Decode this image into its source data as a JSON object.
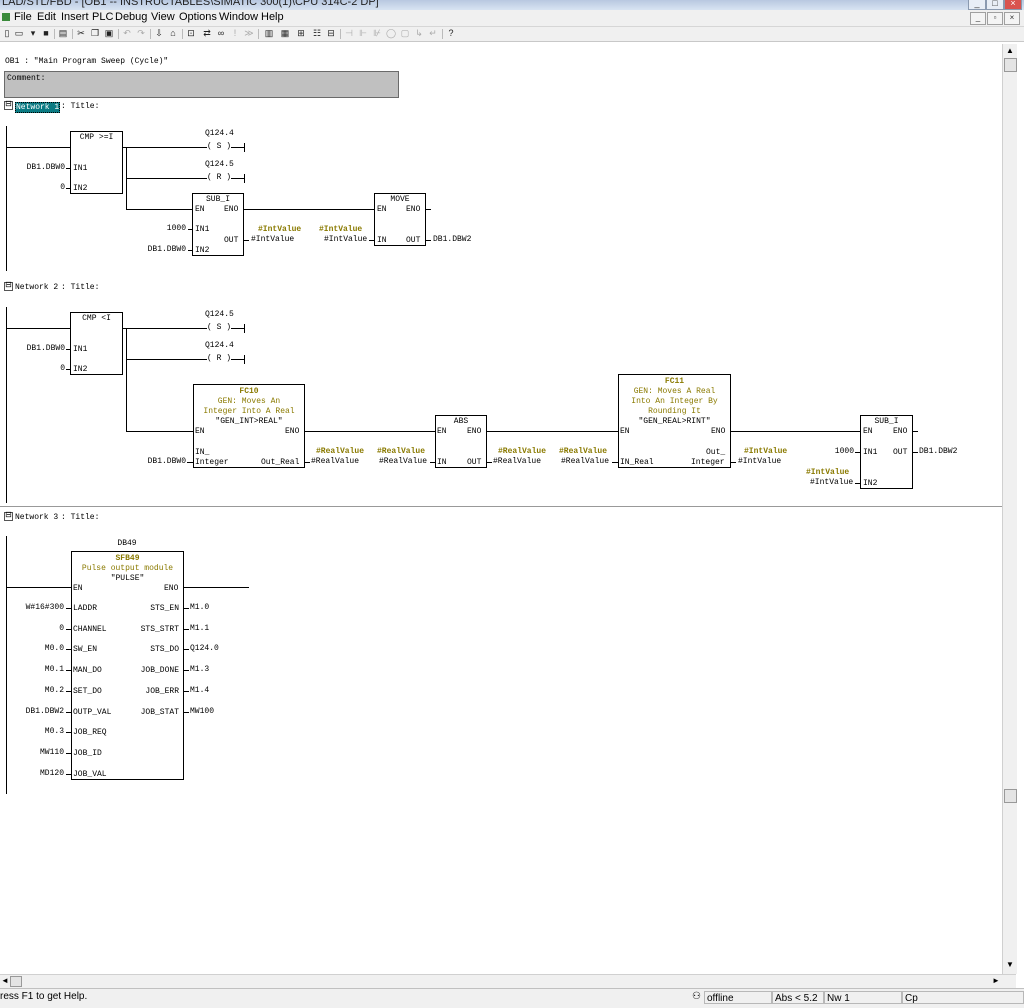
{
  "window": {
    "title": "LAD/STL/FBD - [OB1 -- INSTRUCTABLES\\SIMATIC 300(1)\\CPU 314C-2 DP]",
    "min": "_",
    "max": "□",
    "close": "×"
  },
  "menu": {
    "items": [
      "File",
      "Edit",
      "Insert",
      "PLC",
      "Debug",
      "View",
      "Options",
      "Window",
      "Help"
    ],
    "mdi_min": "_",
    "mdi_restore": "▫",
    "mdi_close": "×"
  },
  "editor": {
    "block_header": "OB1 :  \"Main Program Sweep (Cycle)\"",
    "comment_label": "Comment:",
    "networks": [
      {
        "label": "Network 1",
        "title": ": Title:"
      },
      {
        "label": "Network 2",
        "title": ": Title:"
      },
      {
        "label": "Network 3",
        "title": ": Title:"
      }
    ],
    "expander": "⊟"
  },
  "n1": {
    "cmp": {
      "name": "CMP >=I",
      "in1_pin": "IN1",
      "in2_pin": "IN2",
      "in1_val": "DB1.DBW0",
      "in2_val": "0"
    },
    "coil1": {
      "addr": "Q124.4",
      "sym": "( S )"
    },
    "coil2": {
      "addr": "Q124.5",
      "sym": "( R )"
    },
    "sub": {
      "name": "SUB_I",
      "en": "EN",
      "eno": "ENO",
      "in1_pin": "IN1",
      "in2_pin": "IN2",
      "out_pin": "OUT",
      "in1_val": "1000",
      "in2_val": "DB1.DBW0",
      "out_sym": "#IntValue",
      "out_val": "#IntValue"
    },
    "move": {
      "name": "MOVE",
      "en": "EN",
      "eno": "ENO",
      "in_pin": "IN",
      "out_pin": "OUT",
      "in_sym": "#IntValue",
      "in_val": "#IntValue",
      "out_val": "DB1.DBW2"
    }
  },
  "n2": {
    "cmp": {
      "name": "CMP <I",
      "in1_pin": "IN1",
      "in2_pin": "IN2",
      "in1_val": "DB1.DBW0",
      "in2_val": "0"
    },
    "coil1": {
      "addr": "Q124.5",
      "sym": "( S )"
    },
    "coil2": {
      "addr": "Q124.4",
      "sym": "( R )"
    },
    "fc10": {
      "name": "FC10",
      "c1": "GEN: Moves An",
      "c2": "Integer Into A Real",
      "sym": "\"GEN_INT>REAL\"",
      "en": "EN",
      "eno": "ENO",
      "in_pin1": "IN_",
      "in_pin2": "Integer",
      "out_pin": "Out_Real",
      "in_val": "DB1.DBW0",
      "out_sym": "#RealValue",
      "out_val": "#RealValue"
    },
    "abs": {
      "name": "ABS",
      "en": "EN",
      "eno": "ENO",
      "in_pin": "IN",
      "out_pin": "OUT",
      "in_sym": "#RealValue",
      "in_val": "#RealValue",
      "out_sym": "#RealValue",
      "out_val": "#RealValue"
    },
    "fc11": {
      "name": "FC11",
      "c1": "GEN: Moves A Real",
      "c2": "Into An Integer By",
      "c3": "Rounding It",
      "sym": "\"GEN_REAL>RINT\"",
      "en": "EN",
      "eno": "ENO",
      "in_pin": "IN_Real",
      "out_pin1": "Out_",
      "out_pin2": "Integer",
      "in_sym": "#RealValue",
      "in_val": "#RealValue",
      "out_sym": "#IntValue",
      "out_val": "#IntValue"
    },
    "sub": {
      "name": "SUB_I",
      "en": "EN",
      "eno": "ENO",
      "in1_pin": "IN1",
      "in2_pin": "IN2",
      "out_pin": "OUT",
      "in1_val": "1000",
      "in2_sym": "#IntValue",
      "in2_val": "#IntValue",
      "out_val": "DB1.DBW2"
    }
  },
  "n3": {
    "db": "DB49",
    "sfb": "SFB49",
    "c1": "Pulse output module",
    "sym": "\"PULSE\"",
    "en": "EN",
    "eno": "ENO",
    "inputs": [
      {
        "pin": "LADDR",
        "val": "W#16#300"
      },
      {
        "pin": "CHANNEL",
        "val": "0"
      },
      {
        "pin": "SW_EN",
        "val": "M0.0"
      },
      {
        "pin": "MAN_DO",
        "val": "M0.1"
      },
      {
        "pin": "SET_DO",
        "val": "M0.2"
      },
      {
        "pin": "OUTP_VAL",
        "val": "DB1.DBW2"
      },
      {
        "pin": "JOB_REQ",
        "val": "M0.3"
      },
      {
        "pin": "JOB_ID",
        "val": "MW110"
      },
      {
        "pin": "JOB_VAL",
        "val": "MD120"
      }
    ],
    "outputs": [
      {
        "pin": "STS_EN",
        "val": "M1.0"
      },
      {
        "pin": "STS_STRT",
        "val": "M1.1"
      },
      {
        "pin": "STS_DO",
        "val": "Q124.0"
      },
      {
        "pin": "JOB_DONE",
        "val": "M1.3"
      },
      {
        "pin": "JOB_ERR",
        "val": "M1.4"
      },
      {
        "pin": "JOB_STAT",
        "val": "MW100"
      }
    ]
  },
  "status": {
    "help": "ress F1 to get Help.",
    "mode": "offline",
    "abs": "Abs < 5.2",
    "nw": "Nw 1",
    "cp": "Cp"
  },
  "colors": {
    "symbol_olive": "#8a7a00",
    "network_highlight": "#0a7a82",
    "comment_bg": "#c0c0c0"
  }
}
